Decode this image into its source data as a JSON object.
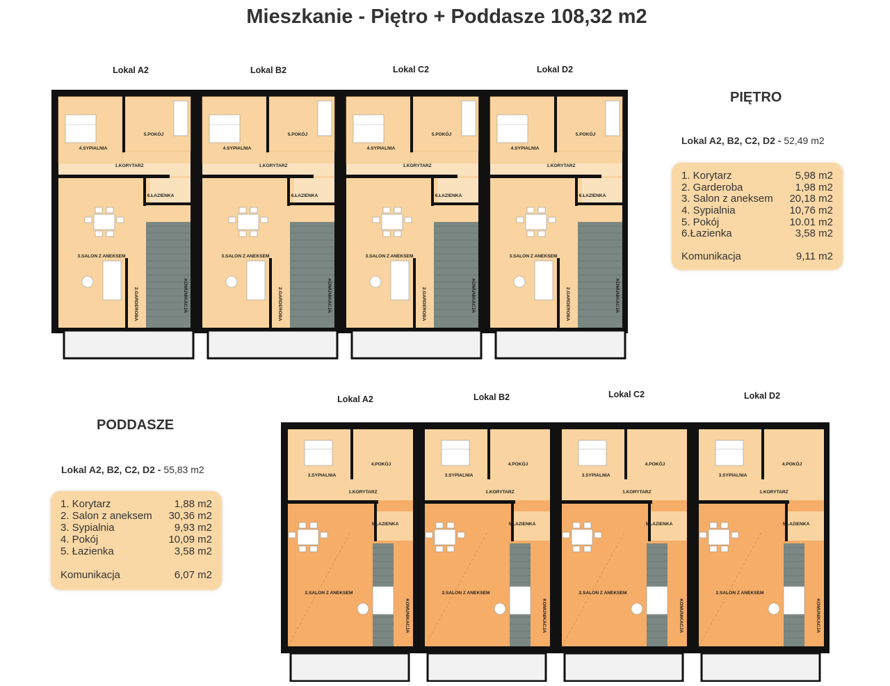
{
  "title": "Mieszkanie - Piętro + Poddasze  108,32 m2",
  "colors": {
    "room": "#f9d4a0",
    "salon_poddasze": "#f5ad68",
    "wall": "#111111",
    "stairs": "#7b8782",
    "terrace": "#f2f2f2"
  },
  "pietro": {
    "heading": "PIĘTRO",
    "summary_label": "Lokal A2, B2, C2, D2 -",
    "summary_area": "52,49 m2",
    "unit_labels": [
      "Lokal A2",
      "Lokal B2",
      "Lokal C2",
      "Lokal D2"
    ],
    "rooms": [
      {
        "name": "1. Korytarz",
        "area": "5,98 m2"
      },
      {
        "name": "2. Garderoba",
        "area": "1,98 m2"
      },
      {
        "name": "3. Salon z aneksem",
        "area": "20,18 m2"
      },
      {
        "name": "4. Sypialnia",
        "area": "10,76 m2"
      },
      {
        "name": "5. Pokój",
        "area": "10.01 m2"
      },
      {
        "name": "6.Łazienka",
        "area": "3,58 m2"
      }
    ],
    "communication": {
      "name": "Komunikacja",
      "area": "9,11 m2"
    },
    "plan_labels": {
      "sypialnia": "4.SYPIALNIA",
      "pokoj": "5.POKÓJ",
      "korytarz": "1.KORYTARZ",
      "lazienka": "6.ŁAZIENKA",
      "salon": "3.SALON Z ANEKSEM",
      "garderoba": "2.GARDEROBA",
      "komunikacja": "KOMUNIKACJA"
    }
  },
  "poddasze": {
    "heading": "PODDASZE",
    "summary_label": "Lokal A2, B2, C2, D2 -",
    "summary_area": "55,83 m2",
    "unit_labels": [
      "Lokal A2",
      "Lokal B2",
      "Lokal C2",
      "Lokal D2"
    ],
    "rooms": [
      {
        "name": "1. Korytarz",
        "area": "1,88 m2"
      },
      {
        "name": "2. Salon z aneksem",
        "area": "30,36 m2"
      },
      {
        "name": "3. Sypialnia",
        "area": "9,93 m2"
      },
      {
        "name": "4. Pokój",
        "area": "10,09 m2"
      },
      {
        "name": "5. Łazienka",
        "area": "3,58 m2"
      }
    ],
    "communication": {
      "name": "Komunikacja",
      "area": "6,07 m2"
    },
    "plan_labels": {
      "sypialnia": "3.SYPIALNIA",
      "pokoj": "4.POKÓJ",
      "korytarz": "1.KORYTARZ",
      "lazienka": "5.ŁAZIENKA",
      "salon": "2.SALON Z ANEKSEM",
      "komunikacja": "KOMUNIKACJA"
    }
  }
}
